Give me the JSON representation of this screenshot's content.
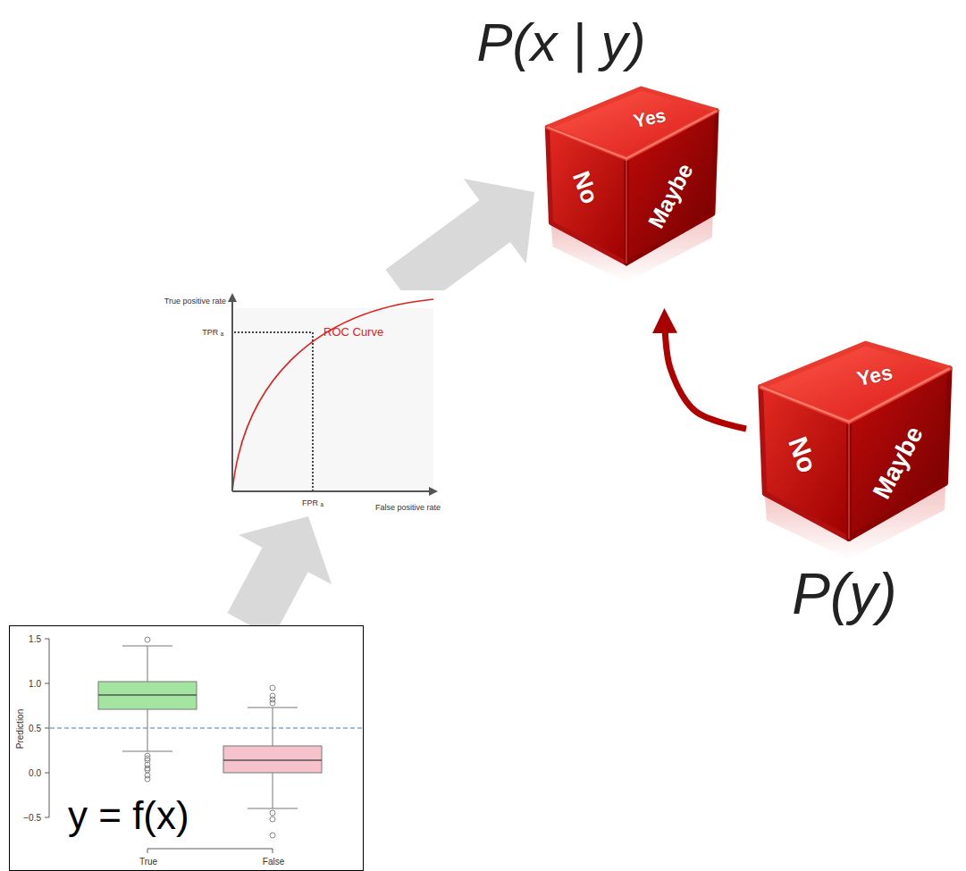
{
  "diagram": {
    "nodes": [
      {
        "text": [
          "P(x | y)",
          "Yes",
          "No",
          "Maybe"
        ]
      },
      {
        "text": [
          "Yes",
          "No",
          "Maybe",
          "P(y)"
        ]
      },
      {
        "text": [
          "True positive rate",
          "TPR ₐ",
          "ROC Curve",
          "FPR ₐ",
          "False positive rate"
        ]
      },
      {
        "text": [
          "1.5",
          "1.0",
          "0.5",
          "0.0",
          "−0.5",
          "Prediction",
          "y = f(x)",
          "True",
          "False"
        ]
      }
    ],
    "edges": [
      {
        "from": 3,
        "to": 2,
        "arrow": "to"
      },
      {
        "from": 2,
        "to": 0,
        "arrow": "to"
      },
      {
        "from": 1,
        "to": 0,
        "arrow": "to"
      }
    ]
  }
}
